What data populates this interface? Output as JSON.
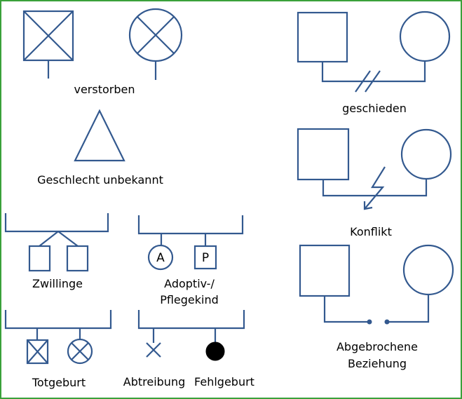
{
  "labels": {
    "verstorben": "verstorben",
    "geschlecht_unbekannt": "Geschlecht unbekannt",
    "zwillinge": "Zwillinge",
    "adoptiv_line1": "Adoptiv-/",
    "adoptiv_line2": "Pflegekind",
    "totgeburt": "Totgeburt",
    "abtreibung": "Abtreibung",
    "fehlgeburt": "Fehlgeburt",
    "geschieden": "geschieden",
    "konflikt": "Konflikt",
    "abgebrochene_line1": "Abgebrochene",
    "abgebrochene_line2": "Beziehung"
  },
  "symbols": {
    "adopted_letter": "A",
    "foster_letter": "P"
  },
  "colors": {
    "stroke": "#33598f",
    "border": "#3aa13a",
    "text": "#000000"
  }
}
